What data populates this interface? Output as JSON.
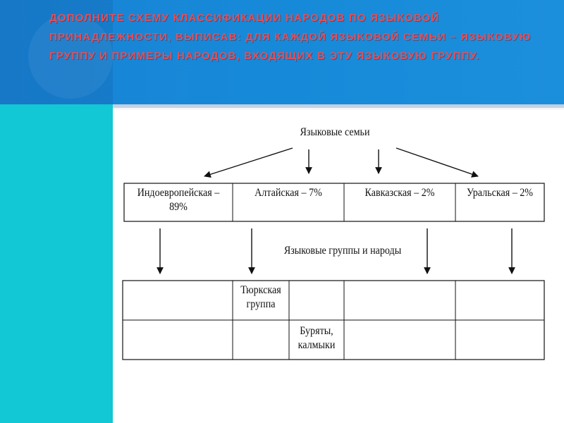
{
  "title": "ДОПОЛНИТЕ СХЕМУ КЛАССИФИКАЦИИ НАРОДОВ ПО ЯЗЫКОВОЙ ПРИНАДЛЕЖНОСТИ, ВЫПИСАВ: ДЛЯ КАЖДОЙ ЯЗЫКОВОЙ СЕМЬИ – ЯЗЫКОВУЮ ГРУППУ И ПРИМЕРЫ НАРОДОВ, ВХОДЯЩИХ В ЭТУ ЯЗЫКОВУЮ ГРУППУ.",
  "diagram": {
    "families_heading": "Языковые семьи",
    "families": [
      {
        "label": "Индоевропейская – 89%"
      },
      {
        "label": "Алтайская – 7%"
      },
      {
        "label": "Кавказская – 2%"
      },
      {
        "label": "Уральская – 2%"
      }
    ],
    "groups_heading": "Языковые группы и народы",
    "cells": {
      "altai_group": "Тюркская группа",
      "altai_peoples": "Буряты, калмыки"
    }
  },
  "colors": {
    "header_blue": "#1a83d6",
    "title_red": "#e2505a",
    "left_strip_cyan": "#11c8d4"
  }
}
